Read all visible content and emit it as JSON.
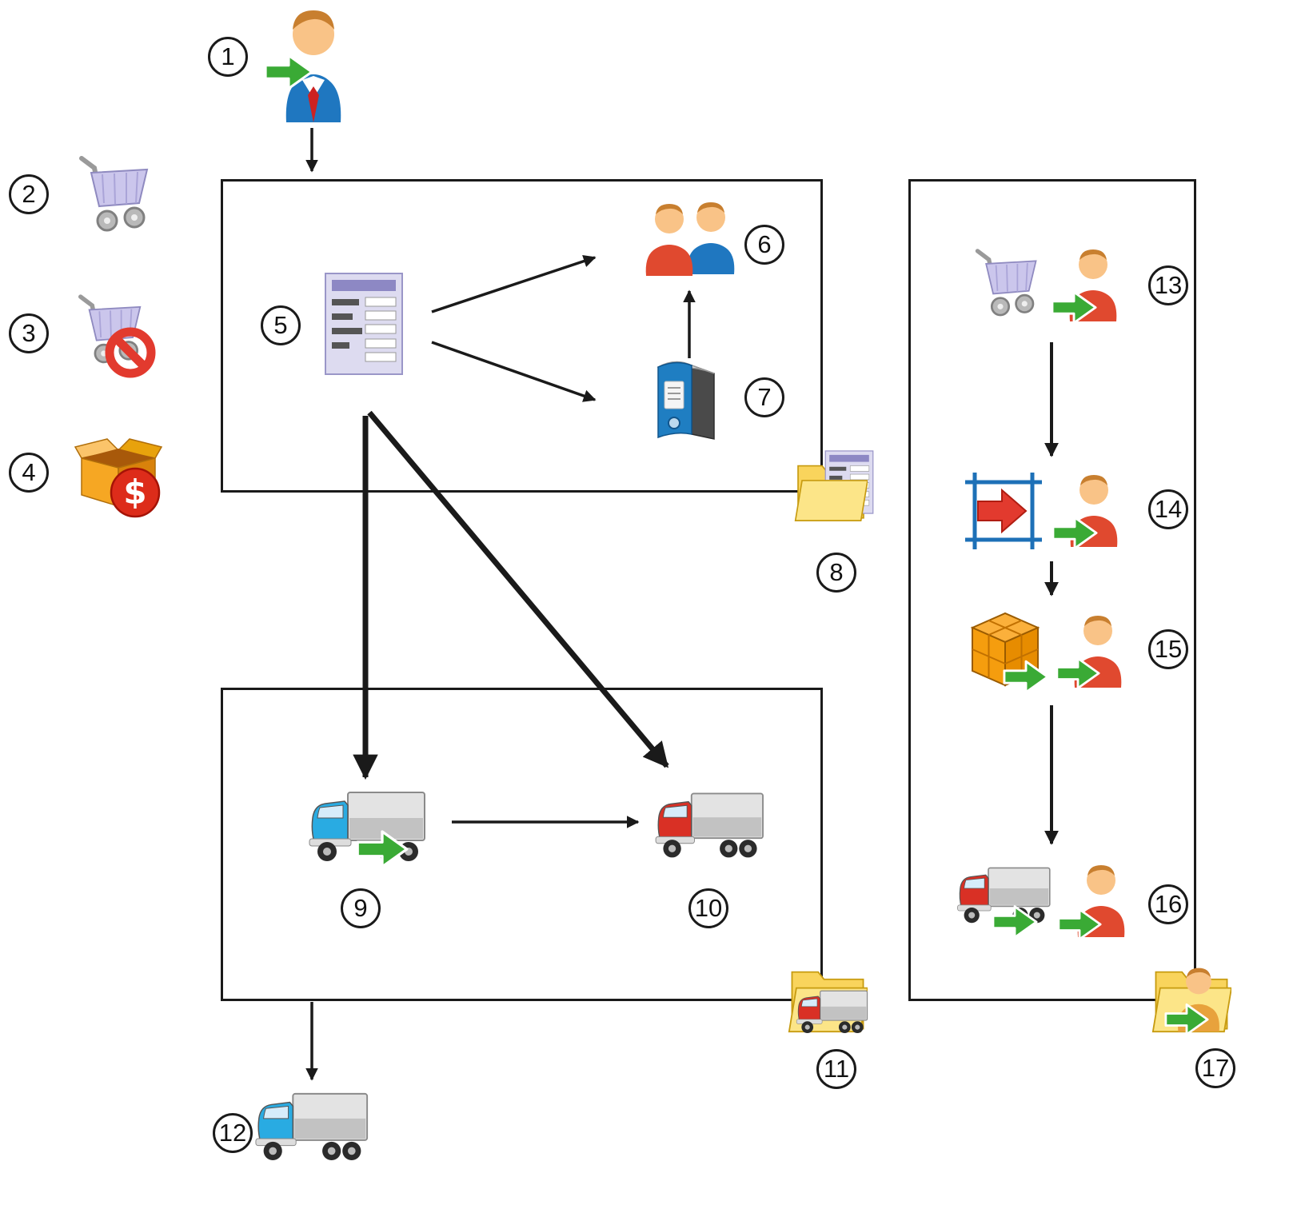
{
  "diagram": {
    "steps": {
      "s1": "1",
      "s2": "2",
      "s3": "3",
      "s4": "4",
      "s5": "5",
      "s6": "6",
      "s7": "7",
      "s8": "8",
      "s9": "9",
      "s10": "10",
      "s11": "11",
      "s12": "12",
      "s13": "13",
      "s14": "14",
      "s15": "15",
      "s16": "16",
      "s17": "17"
    },
    "icons": {
      "s1": "salesperson-with-green-arrow-icon",
      "s2": "shopping-cart-icon",
      "s3": "shopping-cart-blocked-icon",
      "s4": "open-box-with-dollar-icon",
      "s5": "order-form-document-icon",
      "s6": "two-people-icon",
      "s7": "ring-binder-icon",
      "s8": "folder-with-document-icon",
      "s9": "blue-truck-with-green-arrow-icon",
      "s10": "red-truck-icon",
      "s11": "folder-with-red-truck-icon",
      "s12": "blue-truck-icon",
      "s13": "shopping-cart-with-person-icon",
      "s14": "selection-frame-red-arrow-with-person-icon",
      "s15": "cube-with-green-arrow-and-person-icon",
      "s16": "red-truck-with-green-arrow-and-person-icon",
      "s17": "folder-with-person-green-arrow-icon"
    },
    "colors": {
      "outline": "#1a1a1a",
      "green_arrow": "#3aaa35",
      "alert_red": "#e23a2e",
      "truck_blue": "#29abe2",
      "truck_red": "#d93025",
      "folder_yellow": "#f9d45c",
      "cart_lavender": "#cbc6ec",
      "document_lavender": "#dddbf0",
      "binder_blue": "#1f7ec2",
      "cube_orange": "#f5a623",
      "frame_blue": "#1d70b7",
      "person_blue": "#1f77c0",
      "person_red": "#e0492f",
      "skin": "#f9c387"
    }
  }
}
